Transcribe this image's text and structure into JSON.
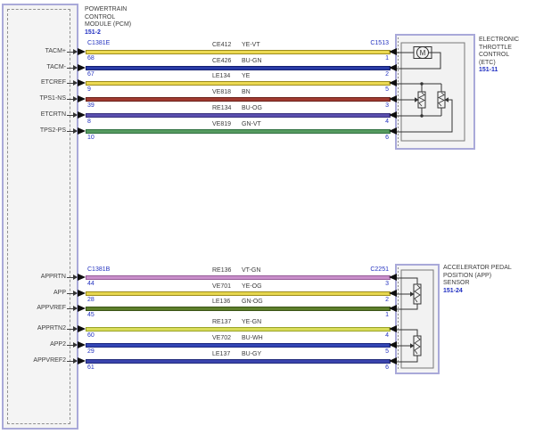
{
  "pcm": {
    "title": "POWERTRAIN\nCONTROL\nMODULE (PCM)",
    "ref": "151-2",
    "connector_top": "C1381E",
    "connector_bottom": "C1381B"
  },
  "etc": {
    "title": "ELECTRONIC\nTHROTTLE CONTROL\n(ETC)",
    "ref": "151-11",
    "connector": "C1513",
    "motor_label": "M"
  },
  "app": {
    "title": "ACCELERATOR PEDAL\nPOSITION (APP)\nSENSOR",
    "ref": "151-24",
    "connector": "C2251"
  },
  "colors": {
    "box_border": "#a9a9d9",
    "blue_text": "#2433c0",
    "line": "#333333"
  },
  "wires_top": [
    {
      "pcm_label": "TACM+",
      "pcm_pin": "68",
      "circuit": "CE412",
      "code": "YE-VT",
      "dest_pin": "1",
      "fill": "#ecd952",
      "edge": "#9c8c1e"
    },
    {
      "pcm_label": "TACM-",
      "pcm_pin": "67",
      "circuit": "CE426",
      "code": "BU-GN",
      "dest_pin": "2",
      "fill": "#2a3ca6",
      "edge": "#141f73"
    },
    {
      "pcm_label": "ETCREF",
      "pcm_pin": "9",
      "circuit": "LE134",
      "code": "YE",
      "dest_pin": "5",
      "fill": "#ecd952",
      "edge": "#9c8c1e"
    },
    {
      "pcm_label": "TPS1-NS",
      "pcm_pin": "39",
      "circuit": "VE818",
      "code": "BN",
      "dest_pin": "3",
      "fill": "#a03a30",
      "edge": "#6b1f18"
    },
    {
      "pcm_label": "ETCRTN",
      "pcm_pin": "8",
      "circuit": "RE134",
      "code": "BU-OG",
      "dest_pin": "4",
      "fill": "#5a4fae",
      "edge": "#37307d"
    },
    {
      "pcm_label": "TPS2-PS",
      "pcm_pin": "10",
      "circuit": "VE819",
      "code": "GN-VT",
      "dest_pin": "6",
      "fill": "#569b60",
      "edge": "#2f7040"
    }
  ],
  "wires_bottom": [
    {
      "pcm_label": "APPRTN",
      "pcm_pin": "44",
      "circuit": "RE136",
      "code": "VT-GN",
      "dest_pin": "3",
      "fill": "#c98fcb",
      "edge": "#965c98"
    },
    {
      "pcm_label": "APP",
      "pcm_pin": "28",
      "circuit": "VE701",
      "code": "YE-OG",
      "dest_pin": "2",
      "fill": "#e6d64e",
      "edge": "#9c8c1e"
    },
    {
      "pcm_label": "APPVREF",
      "pcm_pin": "45",
      "circuit": "LE136",
      "code": "GN-OG",
      "dest_pin": "1",
      "fill": "#5d7f2b",
      "edge": "#3a5416"
    },
    {
      "pcm_label": "APPRTN2",
      "pcm_pin": "60",
      "circuit": "RE137",
      "code": "YE-GN",
      "dest_pin": "4",
      "fill": "#d9dc5a",
      "edge": "#9aa428"
    },
    {
      "pcm_label": "APP2",
      "pcm_pin": "29",
      "circuit": "VE702",
      "code": "BU-WH",
      "dest_pin": "5",
      "fill": "#3346b5",
      "edge": "#1a2680"
    },
    {
      "pcm_label": "APPVREF2",
      "pcm_pin": "61",
      "circuit": "LE137",
      "code": "BU-GY",
      "dest_pin": "6",
      "fill": "#3a44ad",
      "edge": "#202a7a"
    }
  ]
}
